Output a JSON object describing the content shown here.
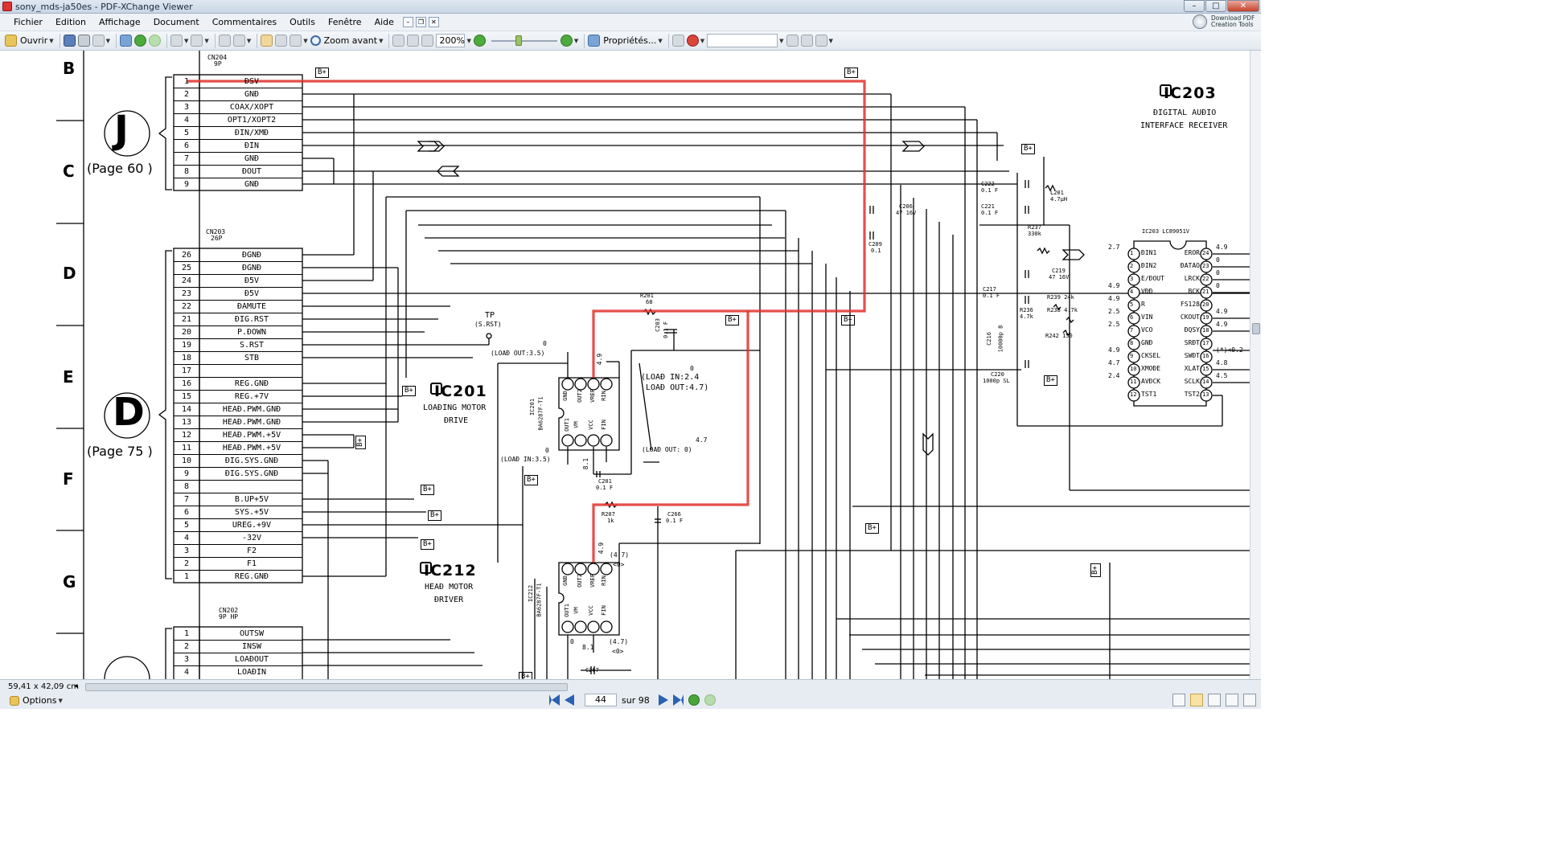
{
  "window": {
    "title": "sony_mds-ja50es - PDF-XChange Viewer",
    "download_label": "Download PDF Creation Tools"
  },
  "menu": [
    "Fichier",
    "Edition",
    "Affichage",
    "Document",
    "Commentaires",
    "Outils",
    "Fenêtre",
    "Aide"
  ],
  "toolbar": {
    "open_label": "Ouvrir",
    "zoom_in_label": "Zoom avant",
    "zoom_value": "200%",
    "properties_label": "Propriétés..."
  },
  "schematic": {
    "row_letters": [
      "B",
      "C",
      "D",
      "E",
      "F",
      "G"
    ],
    "connectors": {
      "J": {
        "letter": "J",
        "page": "(Page 60 )"
      },
      "D": {
        "letter": "D",
        "page": "(Page 75 )"
      }
    },
    "cn204": {
      "label": "CN204",
      "pins_label": "9P",
      "pins": [
        {
          "num": "1",
          "name": "ĐSV"
        },
        {
          "num": "2",
          "name": "GNĐ"
        },
        {
          "num": "3",
          "name": "COAX/XOPT"
        },
        {
          "num": "4",
          "name": "OPT1/XOPT2"
        },
        {
          "num": "5",
          "name": "ĐIN/XMĐ"
        },
        {
          "num": "6",
          "name": "ĐIN"
        },
        {
          "num": "7",
          "name": "GNĐ"
        },
        {
          "num": "8",
          "name": "ĐOUT"
        },
        {
          "num": "9",
          "name": "GNĐ"
        }
      ]
    },
    "cn203": {
      "label": "CN203",
      "pins_label": "26P",
      "pins": [
        {
          "num": "26",
          "name": "ĐGNĐ"
        },
        {
          "num": "25",
          "name": "ĐGNĐ"
        },
        {
          "num": "24",
          "name": "Đ5V"
        },
        {
          "num": "23",
          "name": "Đ5V"
        },
        {
          "num": "22",
          "name": "ĐAMUTE"
        },
        {
          "num": "21",
          "name": "ĐIG.RST"
        },
        {
          "num": "20",
          "name": "P.ĐOWN"
        },
        {
          "num": "19",
          "name": "S.RST"
        },
        {
          "num": "18",
          "name": "STB"
        },
        {
          "num": "17",
          "name": ""
        },
        {
          "num": "16",
          "name": "REG.GNĐ"
        },
        {
          "num": "15",
          "name": "REG.+7V"
        },
        {
          "num": "14",
          "name": "HEAĐ.PWM.GNĐ"
        },
        {
          "num": "13",
          "name": "HEAĐ.PWM.GNĐ"
        },
        {
          "num": "12",
          "name": "HEAĐ.PWM.+5V"
        },
        {
          "num": "11",
          "name": "HEAĐ.PWM.+5V"
        },
        {
          "num": "10",
          "name": "ĐIG.SYS.GNĐ"
        },
        {
          "num": "9",
          "name": "ĐIG.SYS.GNĐ"
        },
        {
          "num": "8",
          "name": ""
        },
        {
          "num": "7",
          "name": "B.UP+5V"
        },
        {
          "num": "6",
          "name": "SYS.+5V"
        },
        {
          "num": "5",
          "name": "UREG.+9V"
        },
        {
          "num": "4",
          "name": "-32V"
        },
        {
          "num": "3",
          "name": "F2"
        },
        {
          "num": "2",
          "name": "F1"
        },
        {
          "num": "1",
          "name": "REG.GNĐ"
        }
      ]
    },
    "cn202": {
      "label": "CN202",
      "pins_label": "9P HP",
      "pins": [
        {
          "num": "1",
          "name": "OUTSW"
        },
        {
          "num": "2",
          "name": "INSW"
        },
        {
          "num": "3",
          "name": "LOAĐOUT"
        },
        {
          "num": "4",
          "name": "LOAĐIN"
        }
      ]
    },
    "ic201": {
      "name": "IC201",
      "desc1": "LOAĐING MOTOR",
      "desc2": "ĐRIVE",
      "part": "IC201",
      "part2": "BA6287F-T1"
    },
    "ic212": {
      "name": "IC212",
      "desc1": "HEAĐ MOTOR",
      "desc2": "ĐRIVER",
      "part": "IC212",
      "part2": "BA6287F-T1"
    },
    "ic203": {
      "name": "IC203",
      "desc1": "ĐIGITAL AUĐIO",
      "desc2": "INTERFACE RECEIVER",
      "part": "IC203 LC89051V"
    },
    "bplus": "B+",
    "tp": {
      "label": "TP",
      "sub": "(S.RST)"
    },
    "ic_pin_labels_top": [
      "GNĐ",
      "OUT2",
      "VREF",
      "RIN"
    ],
    "ic_pin_labels_bottom": [
      "OUT1",
      "VM",
      "VCC",
      "FIN"
    ],
    "voltage_labels": {
      "v0_top": "0",
      "load_out_35": "(LOAĐ OUT:3.5)",
      "v49": "4.9",
      "load_in_24": "(LOAĐ IN:2.4",
      "load_out_47": "LOAĐ OUT:4.7)",
      "v0_mid": "0",
      "load_in_35": "(LOAĐ IN:3.5)",
      "v81": "8.1",
      "v47": "4.7",
      "load_out_0": "(LOAĐ OUT: 0)",
      "v47b": "(4.7)",
      "v0b": "<0>",
      "v81b": "8.1",
      "v47c": "(4.7)",
      "v0c": "<0>",
      "v0d": "0"
    },
    "components": {
      "r201": "R201",
      "r201v": "68",
      "c203": "C203",
      "c203v": "0.1 F",
      "c201": "C201",
      "c201v": "0.1 F",
      "r207": "R207",
      "r207v": "1k",
      "c266": "C266",
      "c266v": "0.1 F",
      "c206": "C206",
      "c206v": "47 16V",
      "c209": "C209",
      "c209v": "0.1",
      "c222": "C222",
      "c222v": "0.1 F",
      "c221": "C221",
      "c221v": "0.1 F",
      "l201": "L201",
      "l201v": "4.7μH",
      "r237": "R237",
      "r237v": "330k",
      "c219": "C219",
      "c219v": "47 16V",
      "c217": "C217",
      "c217v": "0.1 F",
      "r239": "R239 24k",
      "r236": "R236",
      "r236v": "4.7k",
      "r238": "R238 4.7k",
      "r242": "R242 150",
      "c216": "C216",
      "c216v": "10000p B",
      "c220": "C220",
      "c220v": "1000p SL",
      "c267": "C267"
    },
    "ic203_left_pins": [
      {
        "n": "1",
        "name": "ĐIN1",
        "v": "2.7"
      },
      {
        "n": "2",
        "name": "ĐIN2",
        "v": ""
      },
      {
        "n": "3",
        "name": "E/ĐOUT",
        "v": ""
      },
      {
        "n": "4",
        "name": "VĐĐ",
        "v": "4.9"
      },
      {
        "n": "5",
        "name": "R",
        "v": "4.9"
      },
      {
        "n": "6",
        "name": "VIN",
        "v": "2.5"
      },
      {
        "n": "7",
        "name": "VCO",
        "v": "2.5"
      },
      {
        "n": "8",
        "name": "GNĐ",
        "v": ""
      },
      {
        "n": "9",
        "name": "CKSEL",
        "v": "4.9"
      },
      {
        "n": "10",
        "name": "XMOĐE",
        "v": "4.7"
      },
      {
        "n": "11",
        "name": "AVĐCK",
        "v": "2.4"
      },
      {
        "n": "12",
        "name": "TST1",
        "v": ""
      }
    ],
    "ic203_right_pins": [
      {
        "n": "24",
        "name": "EROR",
        "v": "4.9"
      },
      {
        "n": "23",
        "name": "ĐATAO",
        "v": "0"
      },
      {
        "n": "22",
        "name": "LRCK",
        "v": "0"
      },
      {
        "n": "21",
        "name": "BCK",
        "v": "0"
      },
      {
        "n": "20",
        "name": "FS128",
        "v": ""
      },
      {
        "n": "19",
        "name": "CKOUT",
        "v": "4.9"
      },
      {
        "n": "18",
        "name": "ĐQSY",
        "v": "4.9"
      },
      {
        "n": "17",
        "name": "SRĐT",
        "v": ""
      },
      {
        "n": "16",
        "name": "SWĐT",
        "v": "(*)<0.2"
      },
      {
        "n": "15",
        "name": "XLAT",
        "v": "4.8"
      },
      {
        "n": "14",
        "name": "SCLK",
        "v": "4.5"
      },
      {
        "n": "13",
        "name": "TST2",
        "v": ""
      }
    ]
  },
  "statusbar": {
    "dimensions": "59,41 x 42,09 cm",
    "options_label": "Options",
    "page_current": "44",
    "page_total": "sur 98"
  },
  "colors": {
    "highlight_trace": "#e0302b",
    "titlebar": "#c9d6e5",
    "toolbar": "#e2e8ef"
  }
}
